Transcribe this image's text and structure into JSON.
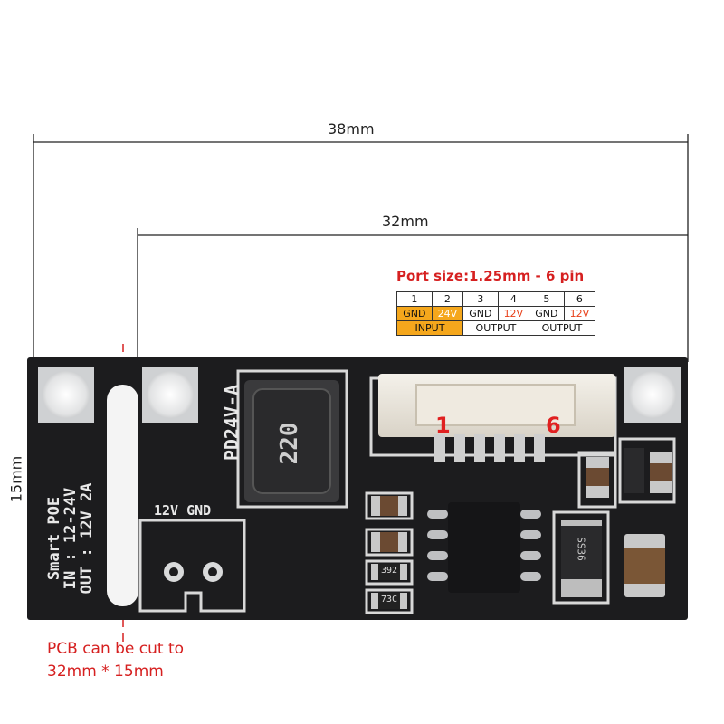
{
  "dimensions": {
    "outer_width": "38mm",
    "inner_width": "32mm",
    "height": "15mm"
  },
  "port": {
    "title": "Port size:1.25mm - 6 pin",
    "numbers": [
      "1",
      "2",
      "3",
      "4",
      "5",
      "6"
    ],
    "signals": [
      "GND",
      "24V",
      "GND",
      "12V",
      "GND",
      "12V"
    ],
    "groups": [
      "INPUT",
      "OUTPUT",
      "OUTPUT"
    ],
    "colors": {
      "input_bg": "#f5a71c",
      "highlight_text": "#e8401a",
      "title": "#d62020"
    }
  },
  "board": {
    "silkscreen": {
      "model": "PD24V-A",
      "brand": "Smart POE",
      "input": "IN : 12-24V",
      "output": "OUT : 12V 2A",
      "terminal": "12V GND",
      "inductor": "220",
      "pin_first": "1",
      "pin_last": "6",
      "res1": "392",
      "res2": "73C",
      "diode": "SS36"
    },
    "colors": {
      "pcb": "#1c1c1e",
      "pad": "#d9dadb",
      "connector": "#ece8e0"
    }
  },
  "note": {
    "line1": "PCB can be cut to",
    "line2": "32mm * 15mm",
    "color": "#d62020"
  }
}
